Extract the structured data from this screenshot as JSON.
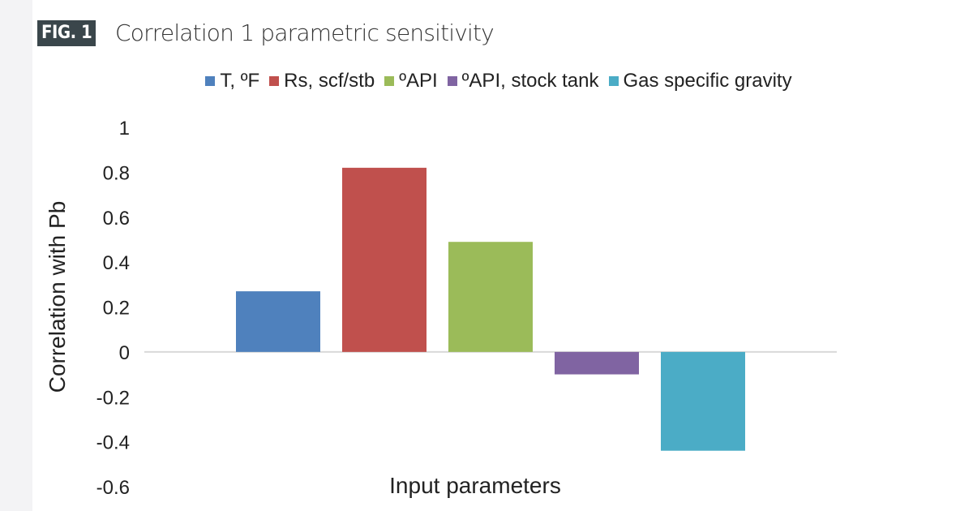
{
  "figure": {
    "badge": "FIG. 1",
    "title": "Correlation 1 parametric sensitivity"
  },
  "chart_data": {
    "type": "bar",
    "title": "Correlation 1 parametric sensitivity",
    "xlabel": "Input parameters",
    "ylabel": "Correlation with Pb",
    "ylim": [
      -0.6,
      1
    ],
    "yticks": [
      "1",
      "0.8",
      "0.6",
      "0.4",
      "0.2",
      "0",
      "-0.2",
      "-0.4",
      "-0.6"
    ],
    "ytick_values": [
      1,
      0.8,
      0.6,
      0.4,
      0.2,
      0,
      -0.2,
      -0.4,
      -0.6
    ],
    "legend_position": "top",
    "grid": false,
    "series": [
      {
        "name": "T, ºF",
        "value": 0.27,
        "color": "#4f81bd"
      },
      {
        "name": "Rs, scf/stb",
        "value": 0.82,
        "color": "#c0504d"
      },
      {
        "name": "ºAPI",
        "value": 0.49,
        "color": "#9bbb59"
      },
      {
        "name": "ºAPI, stock tank",
        "value": -0.1,
        "color": "#8064a2"
      },
      {
        "name": "Gas specific gravity",
        "value": -0.44,
        "color": "#4bacc6"
      }
    ]
  }
}
